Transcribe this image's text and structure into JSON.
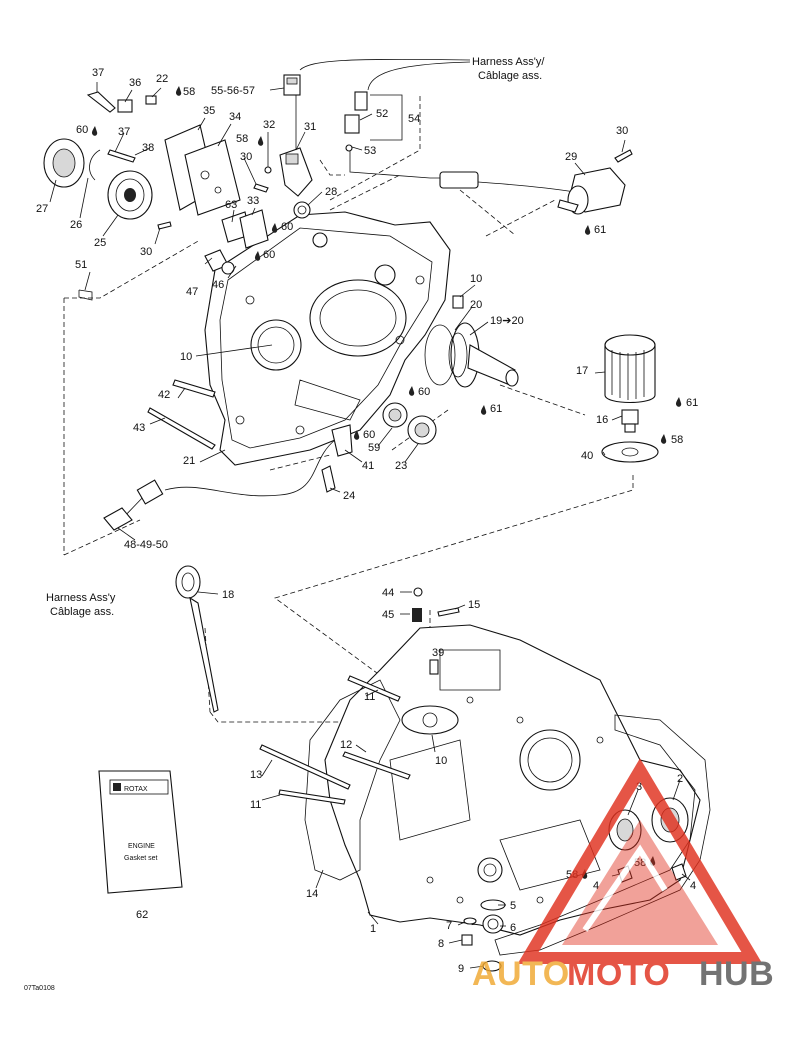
{
  "harness_top": {
    "line1": "Harness Ass'y/",
    "line2": "Câblage ass."
  },
  "harness_left": {
    "line1": "Harness Ass'y",
    "line2": "Câblage ass."
  },
  "booklet": {
    "brand": "ROTAX",
    "title1": "ENGINE",
    "title2": "Gasket set",
    "ref": "62"
  },
  "figure_code": "07Ta0108",
  "watermark": {
    "part1": "AUTO",
    "part2": "MOTO",
    "part3": "HUB"
  },
  "labels": {
    "l37a": "37",
    "l36": "36",
    "l22": "22",
    "l58a": "58",
    "l35": "35",
    "l34": "34",
    "l60a": "60",
    "l37b": "37",
    "l38": "38",
    "l27": "27",
    "l26": "26",
    "l25": "25",
    "l30a": "30",
    "l63": "63",
    "l33": "33",
    "l58b": "58",
    "l30b": "30",
    "l32": "32",
    "l31": "31",
    "l555657": "55-56-57",
    "l52": "52",
    "l54": "54",
    "l53": "53",
    "l28": "28",
    "l60b": "60",
    "l60c": "60",
    "l46": "46",
    "l47": "47",
    "l51": "51",
    "l30c": "30",
    "l29": "29",
    "l61a": "61",
    "l10a": "10",
    "l20": "20",
    "l1920": "19➔20",
    "l10b": "10",
    "l17": "17",
    "l61b": "61",
    "l61c": "61",
    "l16": "16",
    "l58c": "58",
    "l40": "40",
    "l42": "42",
    "l43": "43",
    "l60d": "60",
    "l59": "59",
    "l60e": "60",
    "l23": "23",
    "l41": "41",
    "l21": "21",
    "l24": "24",
    "l484950": "48-49-50",
    "l18": "18",
    "l44": "44",
    "l45": "45",
    "l15": "15",
    "l39": "39",
    "l11a": "11",
    "l12": "12",
    "l10c": "10",
    "l13": "13",
    "l11b": "11",
    "l14": "14",
    "l3": "3",
    "l2": "2",
    "l58d": "58",
    "l4a": "4",
    "l58e": "58",
    "l4b": "4",
    "l1": "1",
    "l5": "5",
    "l7": "7",
    "l6": "6",
    "l8": "8",
    "l9": "9"
  }
}
